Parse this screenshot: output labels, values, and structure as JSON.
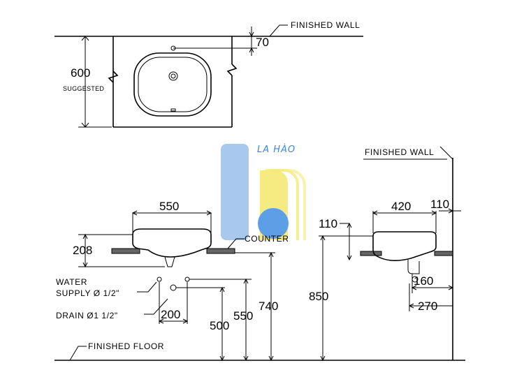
{
  "labels": {
    "finished_wall_top": "FINISHED WALL",
    "finished_wall_side": "FINISHED WALL",
    "counter": "COUNTER",
    "finished_floor": "FINISHED FLOOR",
    "suggested": "SUGGESTED",
    "water_supply_line1": "WATER",
    "water_supply_line2": "SUPPLY Ø 1/2\"",
    "drain": "DRAIN Ø1  1/2\""
  },
  "dimensions": {
    "d600": "600",
    "d70": "70",
    "d550": "550",
    "d208": "208",
    "d200": "200",
    "d500": "500",
    "d550b": "550",
    "d740": "740",
    "d850": "850",
    "d110a": "110",
    "d420": "420",
    "d110b": "110",
    "d160": "160",
    "d270": "270"
  },
  "logo": {
    "text": "LA HÀO",
    "blue": "#a9c8ee",
    "yellow": "#f5ea7a",
    "dot": "#5c9fe6",
    "text_color": "#3f86d6"
  }
}
